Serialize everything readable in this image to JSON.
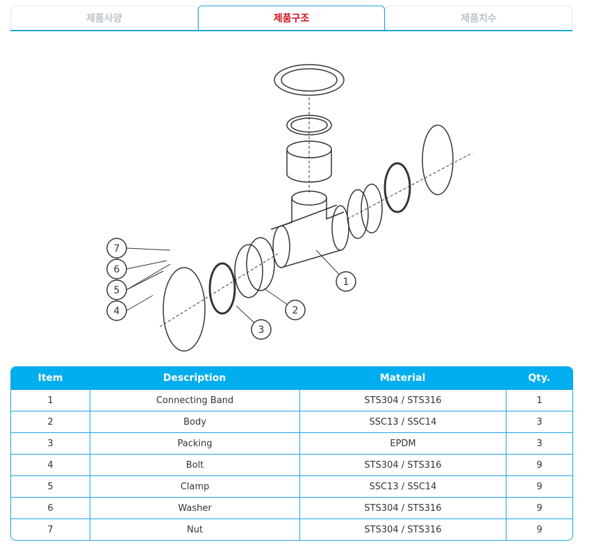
{
  "tabs": [
    {
      "label": "제품사양"
    },
    {
      "label": "제품구조"
    },
    {
      "label": "제품치수"
    }
  ],
  "callouts": [
    "1",
    "2",
    "3",
    "4",
    "5",
    "6",
    "7"
  ],
  "table": {
    "headers": [
      "Item",
      "Description",
      "Material",
      "Qty."
    ],
    "rows": [
      [
        "1",
        "Connecting Band",
        "STS304 / STS316",
        "1"
      ],
      [
        "2",
        "Body",
        "SSC13 / SSC14",
        "3"
      ],
      [
        "3",
        "Packing",
        "EPDM",
        "3"
      ],
      [
        "4",
        "Bolt",
        "STS304 / STS316",
        "9"
      ],
      [
        "5",
        "Clamp",
        "SSC13 / SSC14",
        "9"
      ],
      [
        "6",
        "Washer",
        "STS304 / STS316",
        "9"
      ],
      [
        "7",
        "Nut",
        "STS304 / STS316",
        "9"
      ]
    ]
  },
  "colors": {
    "accent": "#00aeef",
    "active_tab": "#d0111b"
  }
}
